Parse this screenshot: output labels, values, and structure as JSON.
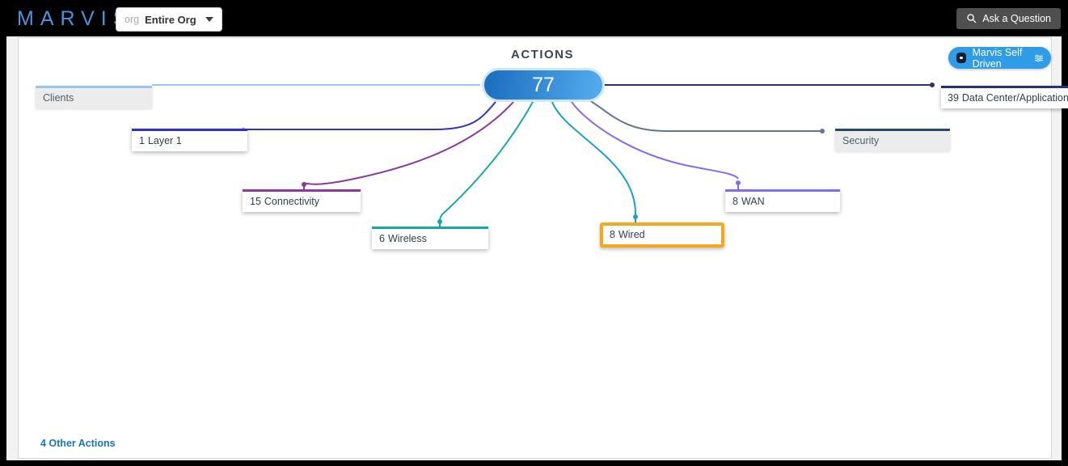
{
  "topbar": {
    "logo": "MARVIS",
    "org_selector": {
      "prefix": "org",
      "value": "Entire Org"
    },
    "ask_button_label": "Ask a Question"
  },
  "actions_tree": {
    "title": "ACTIONS",
    "total_count": "77",
    "self_driven_label": "Marvis Self Driven",
    "other_actions_label": "4 Other Actions",
    "highlight_color": "#f5a81c",
    "branches": [
      {
        "name": "Clients",
        "count": "",
        "color": "#9cc5f0",
        "state": "empty"
      },
      {
        "name": "Layer 1",
        "count": "1",
        "color": "#2d35c4",
        "state": "active"
      },
      {
        "name": "Connectivity",
        "count": "15",
        "color": "#8b3a9b",
        "state": "active"
      },
      {
        "name": "Wireless",
        "count": "6",
        "color": "#16a9a8",
        "state": "active"
      },
      {
        "name": "Wired",
        "count": "8",
        "color": "#1b9ed0",
        "state": "selected"
      },
      {
        "name": "WAN",
        "count": "8",
        "color": "#7d6ff0",
        "state": "active"
      },
      {
        "name": "Security",
        "count": "",
        "color": "#27496d",
        "line_color": "#5c7794",
        "state": "empty"
      },
      {
        "name": "Data Center/Application",
        "count": "39",
        "color": "#283173",
        "state": "active"
      }
    ]
  },
  "colors": {
    "topbar_bg": "#000000",
    "logo_blue": "#4b93dd",
    "accent_blue": "#2f9ce8",
    "node_gradient_start": "#1d6fc0",
    "node_gradient_end": "#52aaec",
    "link_blue": "#1774cc"
  }
}
